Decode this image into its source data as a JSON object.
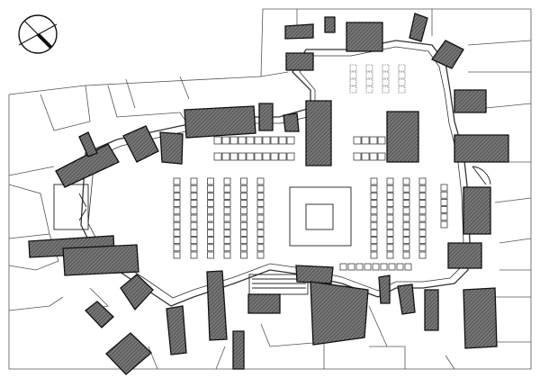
{
  "diagram": {
    "type": "architectural-floor-plan",
    "has_text": false,
    "orientation_marker": "compass-circle-top-left",
    "colors": {
      "background": "#ffffff",
      "line": "#222222",
      "building_fill": "#6f6f6f",
      "hatch_line": "#3a3a3a"
    },
    "seating": {
      "top_left_rows": 2,
      "top_left_cols": 10,
      "top_right_rows": 2,
      "top_right_cols": 4,
      "west_block_rows": 11,
      "west_block_cols": 6,
      "east_block_rows": 11,
      "east_block_cols": 4,
      "east_narrow_rows": 6,
      "bottom_rows": 1,
      "bottom_cols": 9,
      "upper_dashed_rows": 4,
      "upper_dashed_cols": 4
    }
  }
}
